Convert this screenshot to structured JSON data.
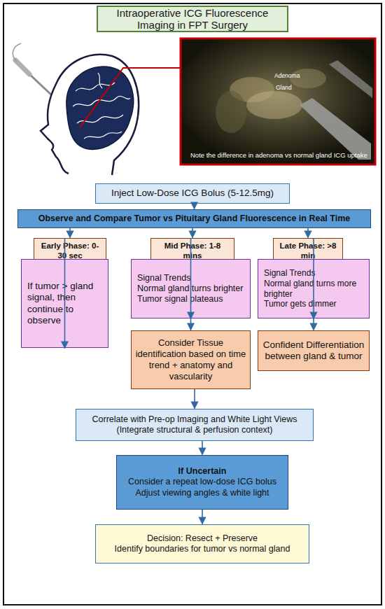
{
  "diagram": {
    "title": "Intraoperative ICG Fluorescence Imaging in FPT Surgery",
    "nodes": [
      {
        "text": [
          "Inject Low-Dose ICG Bolus (5-12.5mg)"
        ]
      },
      {
        "text": [
          "Observe and Compare Tumor vs Pituitary Gland Fluorescence in Real Time"
        ]
      },
      {
        "text": [
          "Early Phase: 0-30 sec"
        ]
      },
      {
        "text": [
          "Mid Phase: 1-8 mins"
        ]
      },
      {
        "text": [
          "Late Phase: >8 min"
        ]
      },
      {
        "text": [
          "If tumor > gland signal, then continue to observe"
        ]
      },
      {
        "text": [
          "Signal Trends",
          "Normal gland turns brighter",
          "Tumor signal plateaus"
        ]
      },
      {
        "text": [
          "Signal Trends",
          "Normal gland turns more brighter",
          "Tumor gets dimmer"
        ]
      },
      {
        "text": [
          "Consider Tissue identification based on time trend + anatomy and vascularity"
        ]
      },
      {
        "text": [
          "Confident Differentiation between gland & tumor"
        ]
      },
      {
        "text": [
          "Correlate with Pre-op Imaging and White Light Views",
          "(Integrate structural & perfusion context)"
        ]
      },
      {
        "text": [
          "If Uncertain",
          "Consider a repeat low-dose ICG bolus",
          "Adjust viewing angles & white light"
        ]
      },
      {
        "text": [
          "Decision: Resect + Preserve",
          "Identify boundaries for tumor vs normal gland"
        ]
      }
    ],
    "edges": [
      {
        "from": 0,
        "to": 1,
        "arrow": "to"
      },
      {
        "from": 1,
        "to": 2,
        "arrow": "to"
      },
      {
        "from": 1,
        "to": 3,
        "arrow": "to"
      },
      {
        "from": 1,
        "to": 4,
        "arrow": "to"
      },
      {
        "from": 2,
        "to": 5,
        "arrow": "to"
      },
      {
        "from": 3,
        "to": 6,
        "arrow": "to"
      },
      {
        "from": 4,
        "to": 7,
        "arrow": "to"
      },
      {
        "from": 6,
        "to": 8,
        "arrow": "to"
      },
      {
        "from": 7,
        "to": 9,
        "arrow": "to"
      },
      {
        "from": 8,
        "to": 10,
        "arrow": "to"
      },
      {
        "from": 10,
        "to": 11,
        "arrow": "to"
      },
      {
        "from": 11,
        "to": 12,
        "arrow": "to"
      }
    ],
    "labels": [
      "Adenoma",
      "Gland",
      "Note the difference in adenoma vs normal gland ICG uptake"
    ]
  }
}
